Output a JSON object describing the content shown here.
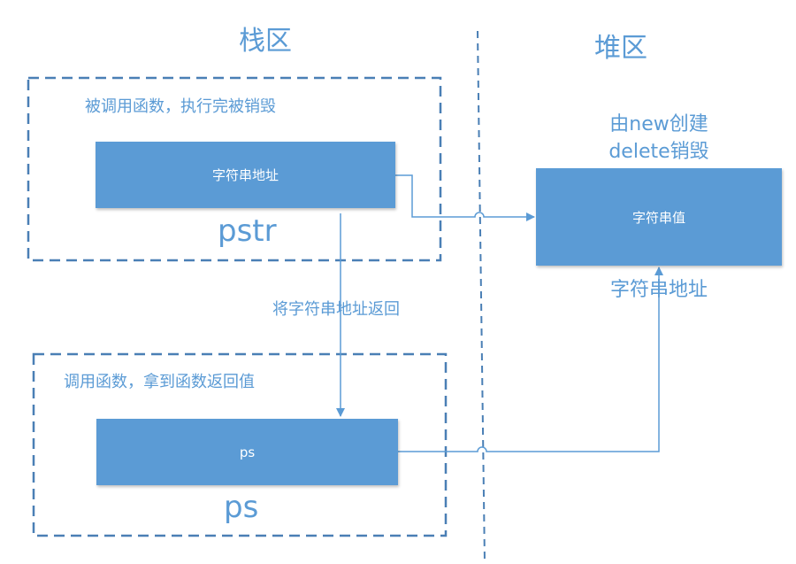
{
  "regions": {
    "stack_title": "栈区",
    "heap_title": "堆区"
  },
  "callee_frame": {
    "caption": "被调用函数，执行完被销毁",
    "box_label": "字符串地址",
    "var_name": "pstr"
  },
  "caller_frame": {
    "caption": "调用函数，拿到函数返回值",
    "box_label": "ps",
    "var_name": "ps"
  },
  "return_arrow_label": "将字符串地址返回",
  "heap": {
    "created_line1": "由new创建",
    "created_line2": "delete销毁",
    "box_label": "字符串值",
    "address_label": "字符串地址"
  },
  "colors": {
    "accent": "#5b9bd5",
    "box_text": "#ffffff",
    "line": "#5b9bd5"
  }
}
